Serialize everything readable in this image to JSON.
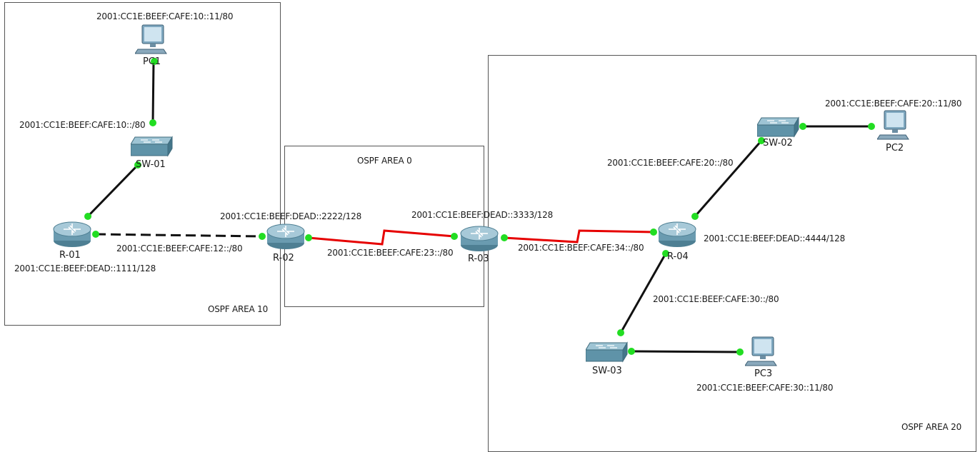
{
  "areas": {
    "area10": "OSPF AREA 10",
    "area0": "OSPF AREA 0",
    "area20": "OSPF AREA 20"
  },
  "devices": {
    "pc1": "PC1",
    "sw01": "SW-01",
    "r01": "R-01",
    "r02": "R-02",
    "r03": "R-03",
    "r04": "R-04",
    "sw02": "SW-02",
    "pc2": "PC2",
    "sw03": "SW-03",
    "pc3": "PC3"
  },
  "addresses": {
    "pc1": "2001:CC1E:BEEF:CAFE:10::11/80",
    "net10": "2001:CC1E:BEEF:CAFE:10::/80",
    "net12": "2001:CC1E:BEEF:CAFE:12::/80",
    "r01_lo": "2001:CC1E:BEEF:DEAD::1111/128",
    "r02_lo": "2001:CC1E:BEEF:DEAD::2222/128",
    "r03_lo": "2001:CC1E:BEEF:DEAD::3333/128",
    "net23": "2001:CC1E:BEEF:CAFE:23::/80",
    "net34": "2001:CC1E:BEEF:CAFE:34::/80",
    "r04_lo": "2001:CC1E:BEEF:DEAD::4444/128",
    "net20": "2001:CC1E:BEEF:CAFE:20::/80",
    "pc2": "2001:CC1E:BEEF:CAFE:20::11/80",
    "net30": "2001:CC1E:BEEF:CAFE:30::/80",
    "pc3": "2001:CC1E:BEEF:CAFE:30::11/80"
  },
  "colors": {
    "serial_link": "#e60000",
    "ethernet_link": "#111111",
    "port_up": "#22dd22"
  },
  "icons": {
    "router": "router-icon",
    "switch": "switch-icon",
    "pc": "pc-icon"
  }
}
